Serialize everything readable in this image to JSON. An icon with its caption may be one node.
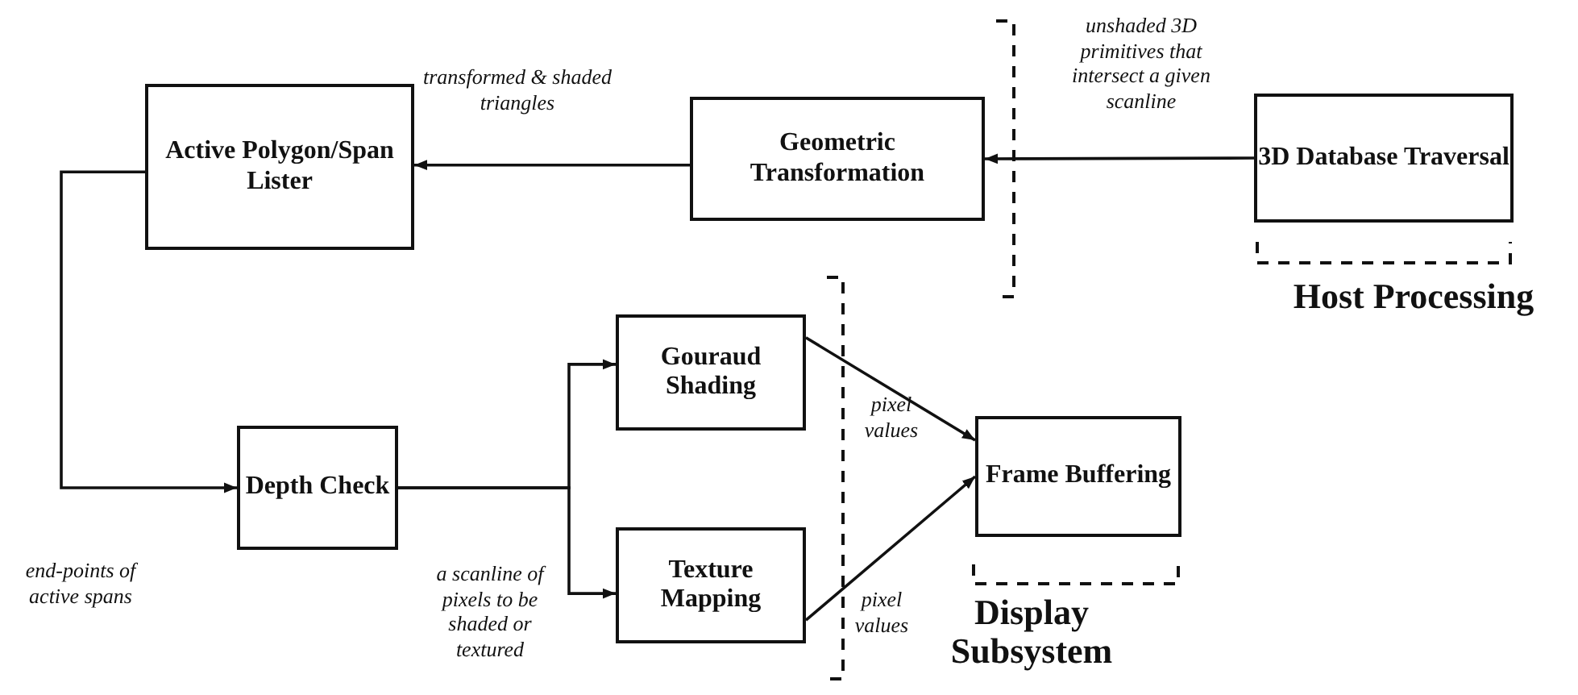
{
  "diagram": {
    "nodes": [
      {
        "text": [
          "Active Polygon/Span Lister"
        ]
      },
      {
        "text": [
          "Geometric Transformation"
        ]
      },
      {
        "text": [
          "3D Database Traversal"
        ]
      },
      {
        "text": [
          "Depth Check"
        ]
      },
      {
        "text": [
          "Gouraud Shading"
        ]
      },
      {
        "text": [
          "Texture Mapping"
        ]
      },
      {
        "text": [
          "Frame Buffering"
        ]
      }
    ],
    "edges": [
      {
        "from": 2,
        "to": 1,
        "arrow": "to",
        "label": "unshaded 3D primitives that intersect a given scanline"
      },
      {
        "from": 1,
        "to": 0,
        "arrow": "to",
        "label": "transformed & shaded triangles"
      },
      {
        "from": 0,
        "to": 3,
        "arrow": "to",
        "label": "end-points of active spans"
      },
      {
        "from": 3,
        "to": 4,
        "arrow": "to"
      },
      {
        "from": 3,
        "to": 5,
        "arrow": "to",
        "label": "a scanline of pixels to be shaded or textured"
      },
      {
        "from": 4,
        "to": 6,
        "arrow": "to",
        "label": "pixel values"
      },
      {
        "from": 5,
        "to": 6,
        "arrow": "to",
        "label": "pixel values"
      }
    ],
    "labels": [
      "Host Processing",
      "Display Subsystem"
    ]
  }
}
